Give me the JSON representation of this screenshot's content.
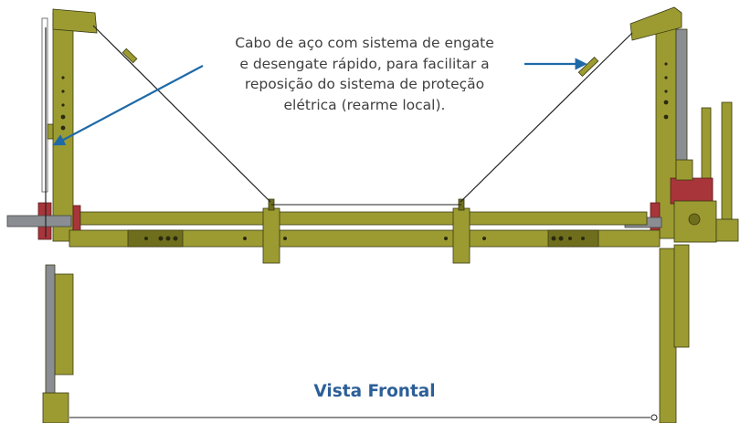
{
  "annotation": {
    "lines": [
      "Cabo de aço com sistema de engate",
      "e desengate rápido, para facilitar a",
      "reposição do sistema de proteção",
      "elétrica (rearme local)."
    ]
  },
  "caption": "Vista Frontal",
  "colors": {
    "frame_olive": "#9c9b32",
    "frame_dark": "#6f6e1c",
    "frame_outline": "#3a3a12",
    "red_component": "#a8353a",
    "rod_grey": "#8a8d92",
    "arrow_blue": "#1e6aa8",
    "text_grey": "#3f3f3f",
    "caption_blue": "#2c5f97"
  },
  "icons": [
    "left-pointer-arrow",
    "right-pointer-arrow"
  ]
}
